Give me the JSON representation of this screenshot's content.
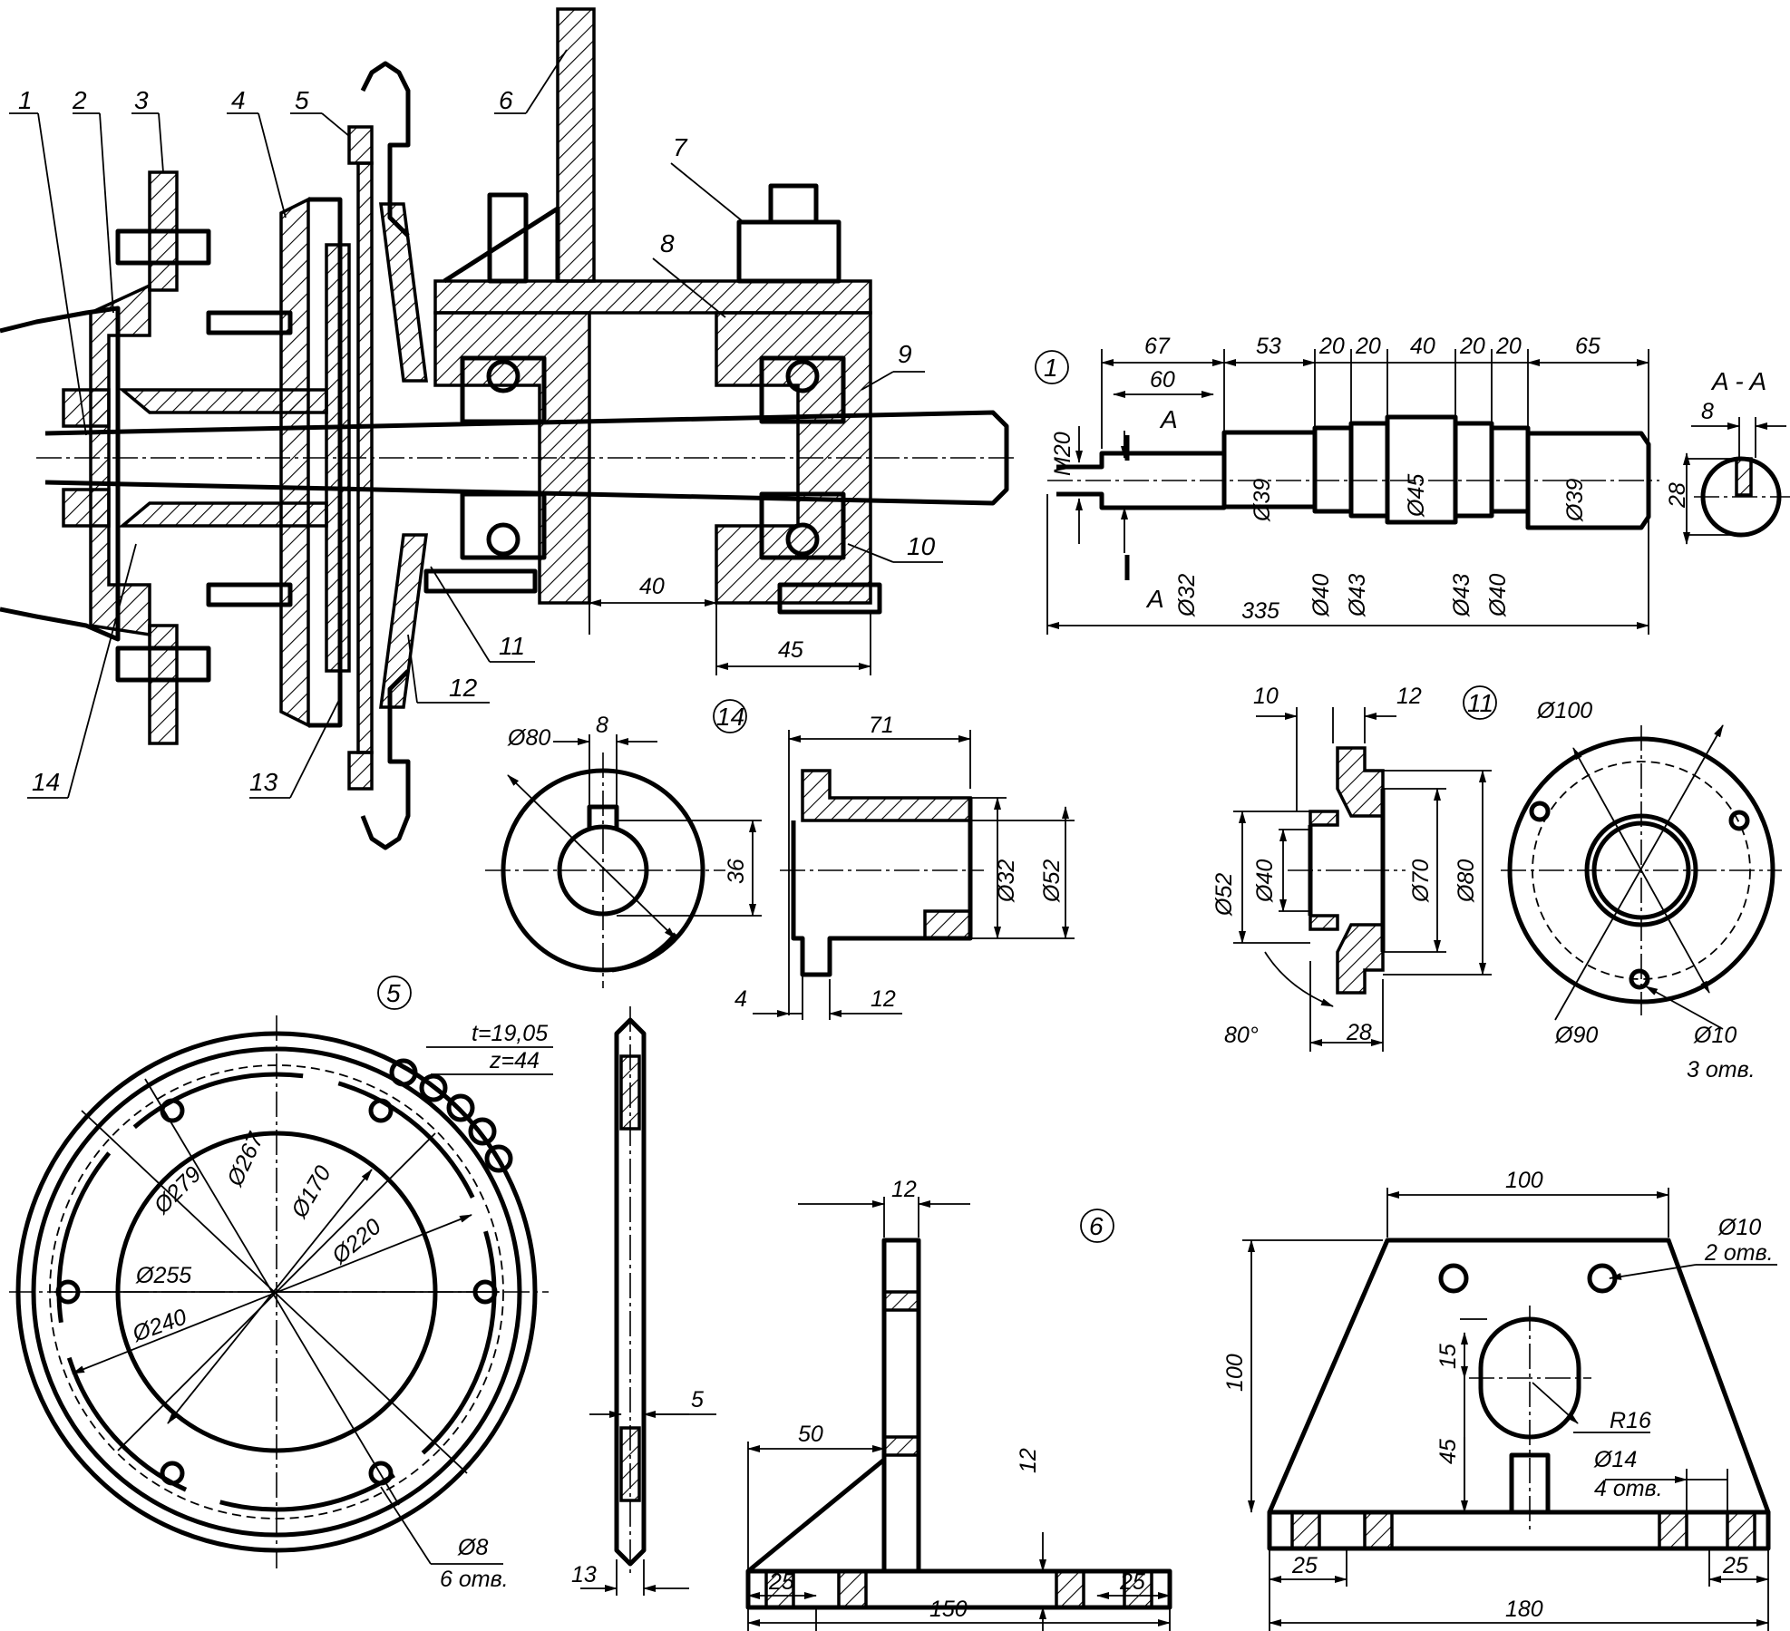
{
  "assembly": {
    "part_labels": [
      "1",
      "2",
      "3",
      "4",
      "5",
      "6",
      "7",
      "8",
      "9",
      "10",
      "11",
      "12",
      "13",
      "14"
    ],
    "dims": {
      "gap": "40",
      "hub_width": "45"
    }
  },
  "part1": {
    "number": "1",
    "section_mark": "A",
    "section_title": "A - A",
    "dims": {
      "d67": "67",
      "d60": "60",
      "d53": "53",
      "d20a": "20",
      "d20b": "20",
      "d40": "40",
      "d20c": "20",
      "d20d": "20",
      "d65": "65",
      "thread": "M20",
      "dia39a": "Ø39",
      "dia45": "Ø45",
      "dia39b": "Ø39",
      "dia32": "Ø32",
      "dia40a": "Ø40",
      "dia43a": "Ø43",
      "dia43b": "Ø43",
      "dia40b": "Ø40",
      "len335": "335",
      "key8": "8",
      "h28": "28"
    }
  },
  "part14": {
    "number": "14",
    "dims": {
      "dia80": "Ø80",
      "key8": "8",
      "h36": "36",
      "len71": "71",
      "dia32": "Ø32",
      "dia52": "Ø52",
      "t4": "4",
      "t12": "12"
    }
  },
  "part11": {
    "number": "11",
    "dims": {
      "t10": "10",
      "t12": "12",
      "dia52": "Ø52",
      "dia40": "Ø40",
      "dia70": "Ø70",
      "dia80": "Ø80",
      "ang80": "80°",
      "w28": "28",
      "dia100": "Ø100",
      "dia90": "Ø90",
      "dia10": "Ø10",
      "holes3": "3 отв."
    }
  },
  "part5": {
    "number": "5",
    "dims": {
      "pitch": "t=19,05",
      "teeth": "z=44",
      "dia279": "Ø279",
      "dia267": "Ø267",
      "dia170": "Ø170",
      "dia220": "Ø220",
      "dia255": "Ø255",
      "dia240": "Ø240",
      "dia8": "Ø8",
      "holes6": "6 отв.",
      "t5": "5",
      "t13": "13"
    }
  },
  "part6": {
    "number": "6",
    "dims": {
      "t12a": "12",
      "w50": "50",
      "t12b": "12",
      "w25a": "25",
      "w25b": "25",
      "w150": "150",
      "w100": "100",
      "h100": "100",
      "dia10": "Ø10",
      "holes2": "2 отв.",
      "h15": "15",
      "r16": "R16",
      "h45": "45",
      "dia14": "Ø14",
      "holes4": "4 отв.",
      "w25c": "25",
      "w25d": "25",
      "w180": "180"
    }
  }
}
